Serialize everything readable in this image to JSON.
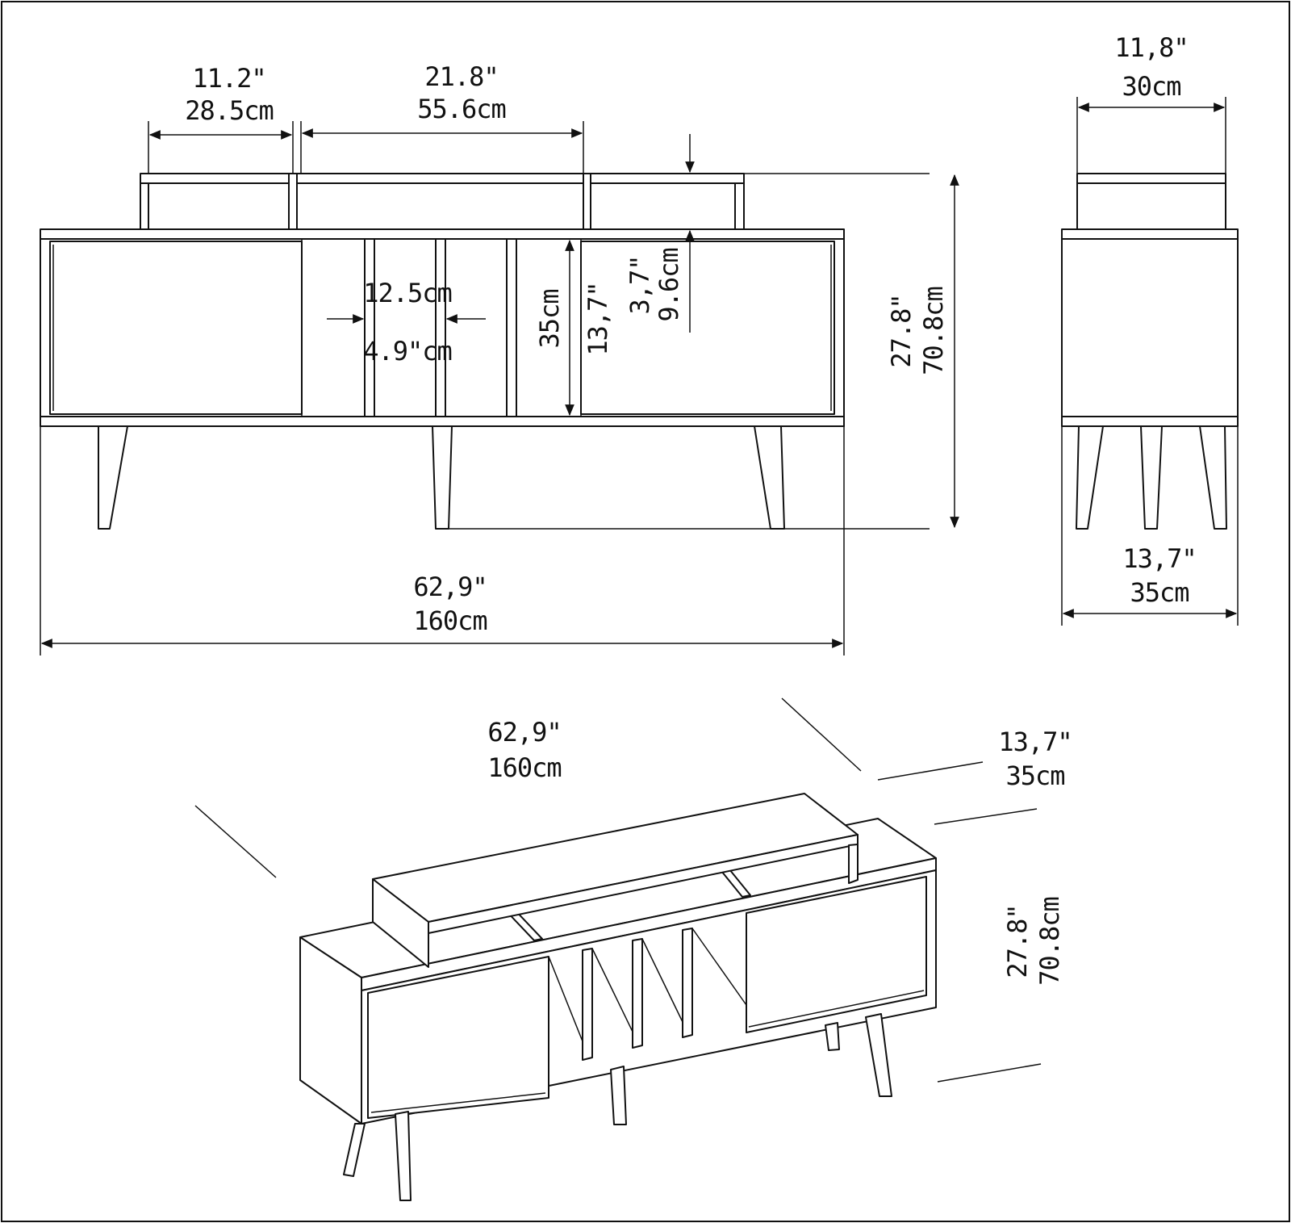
{
  "colors": {
    "line": "#111111",
    "background": "#ffffff"
  },
  "front_view": {
    "riser_left": {
      "imperial": "11.2\"",
      "metric": "28.5cm"
    },
    "riser_center": {
      "imperial": "21.8\"",
      "metric": "55.6cm"
    },
    "riser_height": {
      "imperial": "3,7\"",
      "metric": "9.6cm"
    },
    "compartment_width": {
      "metric": "12.5cm",
      "imperial": "4.9\"cm"
    },
    "compartment_height": {
      "metric": "35cm",
      "imperial": "13,7\""
    },
    "total_height": {
      "imperial": "27.8\"",
      "metric": "70.8cm"
    },
    "total_width": {
      "imperial": "62,9\"",
      "metric": "160cm"
    }
  },
  "side_view": {
    "top_depth": {
      "imperial": "11,8\"",
      "metric": "30cm"
    },
    "bottom_depth": {
      "imperial": "13,7\"",
      "metric": "35cm"
    }
  },
  "perspective_view": {
    "width": {
      "imperial": "62,9\"",
      "metric": "160cm"
    },
    "depth": {
      "imperial": "13,7\"",
      "metric": "35cm"
    },
    "height": {
      "imperial": "27.8\"",
      "metric": "70.8cm"
    }
  }
}
